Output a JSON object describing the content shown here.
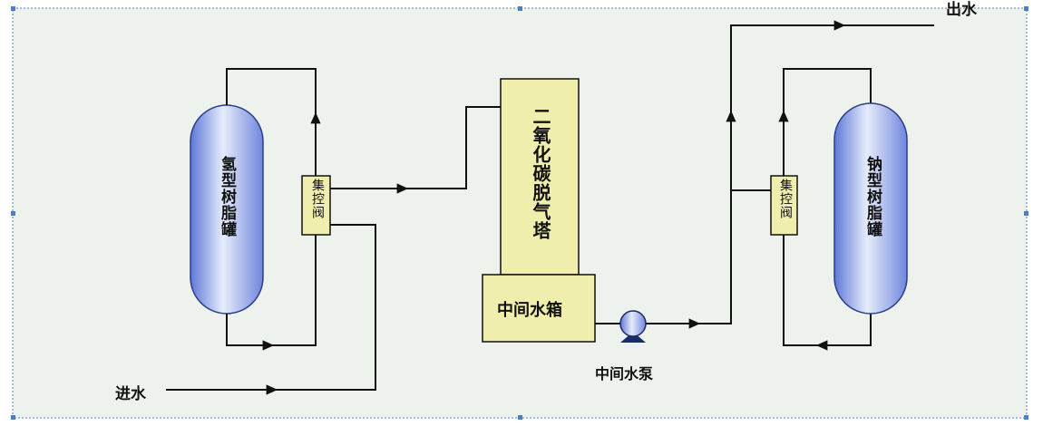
{
  "labels": {
    "h_resin_tank": "氢型树脂罐",
    "control_valve": "集控阀",
    "co2_tower": "二氧化碳脱气塔",
    "middle_tank": "中间水箱",
    "pump": "中间水泵",
    "na_resin_tank": "钠型树脂罐",
    "inlet": "进水",
    "outlet": "出水"
  },
  "colors": {
    "background": "#eef2ec",
    "tank_blue": "#8fa3e6",
    "box_yellow": "#f0eead",
    "line": "#111111",
    "selection_border": "#4a7fc1"
  }
}
